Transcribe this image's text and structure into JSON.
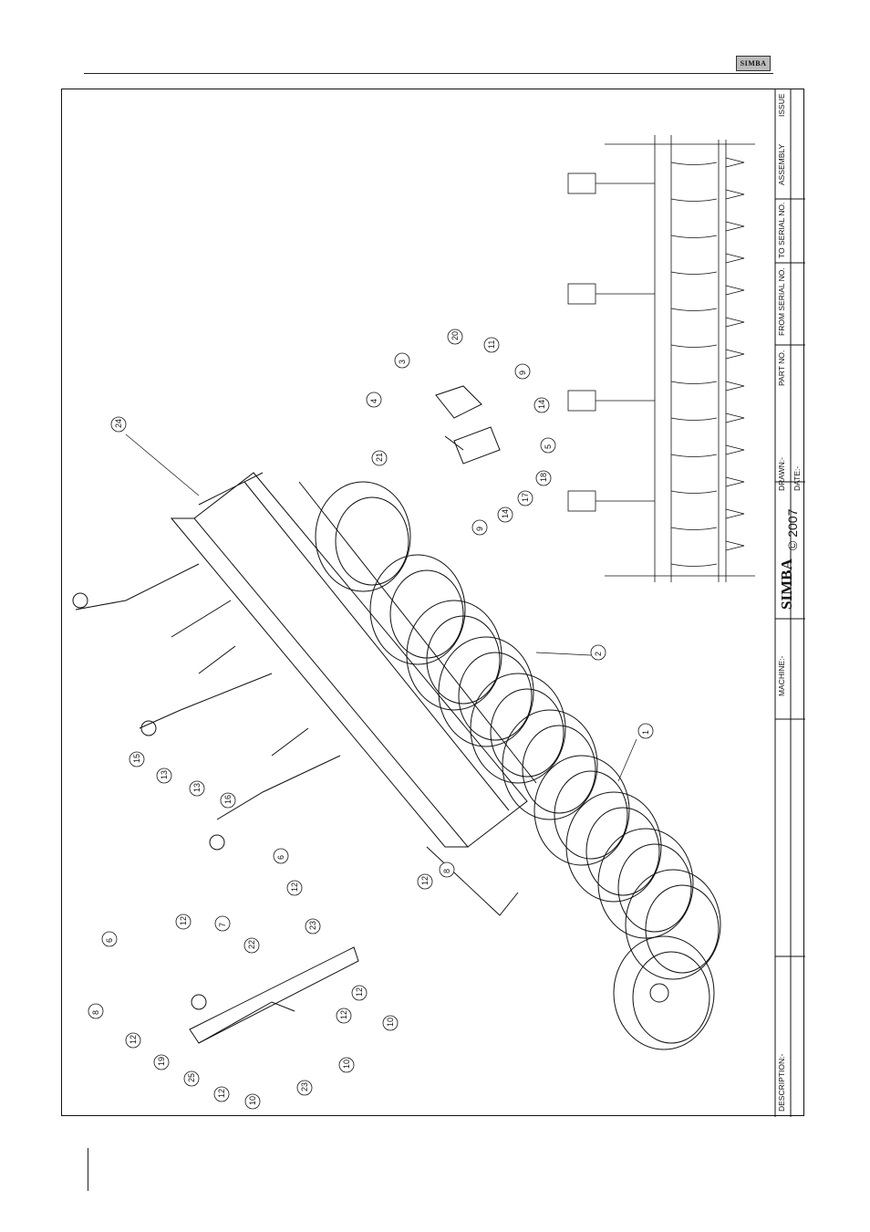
{
  "header": {
    "logo_text": "SIMBA"
  },
  "title_block": {
    "issue": "ISSUE",
    "assembly": "ASSEMBLY",
    "to_serial": "TO SERIAL NO.",
    "from_serial": "FROM SERIAL NO.",
    "part_no": "PART NO.",
    "drawn": "DRAWN:-",
    "date": "DATE:-",
    "copyright": "© 2007",
    "brand": "SIMBA",
    "machine": "MACHINE:-",
    "description": "DESCRIPTION:-"
  },
  "callouts": [
    "1",
    "2",
    "3",
    "4",
    "5",
    "6",
    "6",
    "7",
    "8",
    "8",
    "9",
    "9",
    "10",
    "10",
    "10",
    "11",
    "12",
    "12",
    "12",
    "12",
    "12",
    "12",
    "12",
    "13",
    "13",
    "14",
    "14",
    "15",
    "16",
    "17",
    "18",
    "19",
    "20",
    "21",
    "22",
    "23",
    "23",
    "24",
    "25"
  ]
}
